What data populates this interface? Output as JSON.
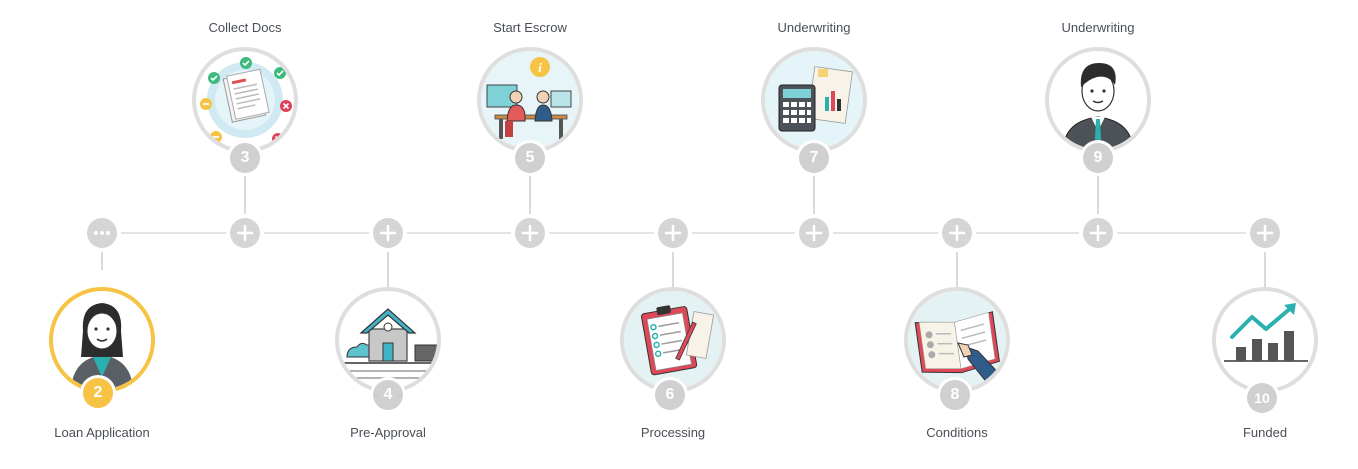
{
  "steps": [
    {
      "number": "2",
      "label": "Loan Application",
      "icon": "woman-avatar-icon",
      "position": "bottom",
      "active": true
    },
    {
      "number": "3",
      "label": "Collect Docs",
      "icon": "documents-checklist-icon",
      "position": "top",
      "active": false
    },
    {
      "number": "4",
      "label": "Pre-Approval",
      "icon": "house-icon",
      "position": "bottom",
      "active": false
    },
    {
      "number": "5",
      "label": "Start Escrow",
      "icon": "office-meeting-icon",
      "position": "top",
      "active": false
    },
    {
      "number": "6",
      "label": "Processing",
      "icon": "clipboard-checklist-icon",
      "position": "bottom",
      "active": false
    },
    {
      "number": "7",
      "label": "Underwriting",
      "icon": "calculator-icon",
      "position": "top",
      "active": false
    },
    {
      "number": "8",
      "label": "Conditions",
      "icon": "open-book-icon",
      "position": "bottom",
      "active": false
    },
    {
      "number": "9",
      "label": "Underwriting",
      "icon": "man-avatar-icon",
      "position": "top",
      "active": false
    },
    {
      "number": "10",
      "label": "Funded",
      "icon": "growth-chart-icon",
      "position": "bottom",
      "active": false
    }
  ],
  "timeline": {
    "start_icon": "more-dots-icon",
    "node_icon": "plus-icon"
  },
  "colors": {
    "active": "#f6c344",
    "inactive": "#d0d0d0",
    "line": "#e3e3e3",
    "text": "#4a4f57"
  }
}
